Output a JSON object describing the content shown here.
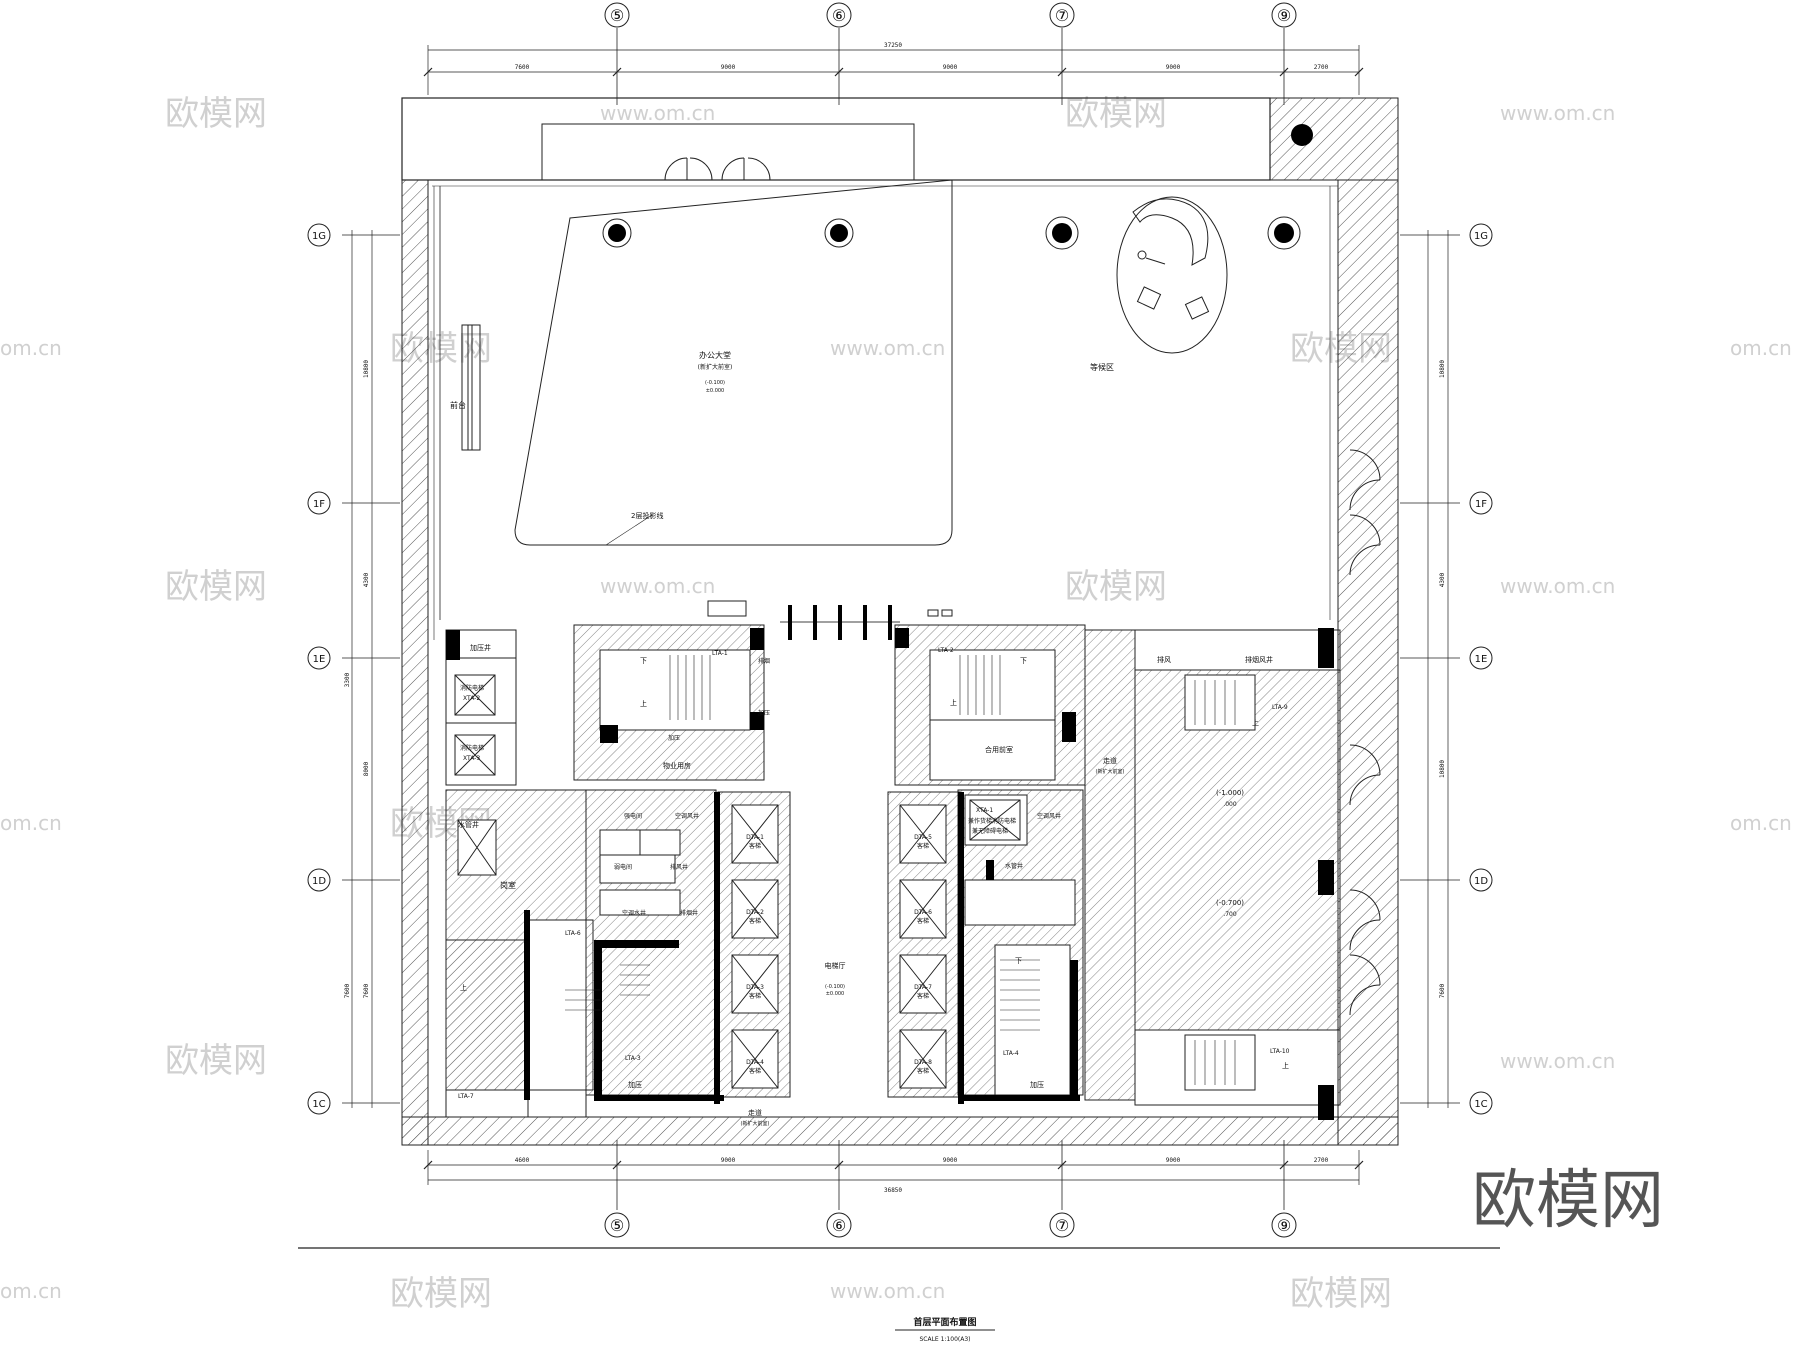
{
  "drawing": {
    "title": "首层平面布置图",
    "scale": "SCALE 1:100(A3)"
  },
  "grid_axes": {
    "top": [
      "⑤",
      "⑥",
      "⑦",
      "⑨"
    ],
    "bottom": [
      "⑤",
      "⑥",
      "⑦",
      "⑨"
    ],
    "left": [
      "1G",
      "1F",
      "1E",
      "1D",
      "1C"
    ],
    "right": [
      "1G",
      "1F",
      "1E",
      "1D",
      "1C"
    ]
  },
  "dimensions": {
    "top_total": "37250",
    "top_segments": [
      "7600",
      "9000",
      "9000",
      "9000",
      "2700"
    ],
    "bottom_total": "36850",
    "bottom_segments": [
      "4600",
      "9000",
      "9000",
      "9000",
      "2700"
    ],
    "left_segments": [
      "10800",
      "4300",
      "8000",
      "7600"
    ],
    "right_segments": [
      "10800",
      "4300",
      "10800",
      "7600"
    ],
    "left_sub": [
      "3300",
      "7600"
    ]
  },
  "rooms": {
    "lobby": "办公大堂",
    "lobby_note": "(新扩大前室)",
    "lobby_level1": "(-0.100)",
    "lobby_level2": "±0.000",
    "waiting": "等候区",
    "reception": "前台",
    "projection_line": "2层投影线",
    "elevator_hall": "电梯厅",
    "elevator_hall_level1": "(-0.100)",
    "elevator_hall_level2": "±0.000",
    "corridor_bottom": "走道",
    "corridor_bottom_note": "(新扩大前室)",
    "corridor_right": "走道",
    "corridor_right_note": "(新扩大前室)",
    "pressurize_1": "加压井",
    "fire_elevator_1": "消防电梯",
    "xta2": "XTA-2",
    "fire_elevator_2": "消防电梯",
    "xta3": "XTA-3",
    "property_office": "物业用房",
    "water_shaft_left": "水管井",
    "guard_room": "岗室",
    "strong_elec": "强电间",
    "weak_elec": "弱电间",
    "exhaust_1": "排风井",
    "ac_shaft_1": "空调风井",
    "ac_water": "空调水井",
    "smoke_1": "排烟井",
    "pressure_small_1": "加压",
    "lta1": "LTA-1",
    "lta2": "LTA-2",
    "lta3": "LTA-3",
    "lta4": "LTA-4",
    "lta6": "LTA-6",
    "lta7": "LTA-7",
    "lta9": "LTA-9",
    "lta10": "LTA-10",
    "pressurize_bottom_left": "加压",
    "pressurize_bottom_right": "加压",
    "shared_front": "合用前室",
    "xta1": "XTA-1",
    "fire_elev_desc": "兼作货梯消防电梯",
    "fire_elev_desc2": "兼无障碍电梯",
    "ac_shaft_2": "空调风井",
    "water_shaft_right": "水管井",
    "exhaust_right": "排风",
    "exhaust_shaft_right": "排烟风井",
    "level_a": "(-1.000)",
    "level_a2": ".000",
    "level_b": "(-0.700)",
    "level_b2": ".700",
    "up": "上",
    "down": "下",
    "pressure_s": "加压",
    "smoke_s": "排烟"
  },
  "elevators": [
    {
      "code": "DTA-1",
      "label": "客梯"
    },
    {
      "code": "DTA-2",
      "label": "客梯"
    },
    {
      "code": "DTA-3",
      "label": "客梯"
    },
    {
      "code": "DTA-4",
      "label": "客梯"
    },
    {
      "code": "DTA-5",
      "label": "客梯"
    },
    {
      "code": "DTA-6",
      "label": "客梯"
    },
    {
      "code": "DTA-7",
      "label": "客梯"
    },
    {
      "code": "DTA-8",
      "label": "客梯"
    }
  ],
  "watermarks": {
    "brand": "欧模网",
    "url": "www.om.cn",
    "partial_url": "om.cn",
    "big_brand": "欧模网"
  }
}
